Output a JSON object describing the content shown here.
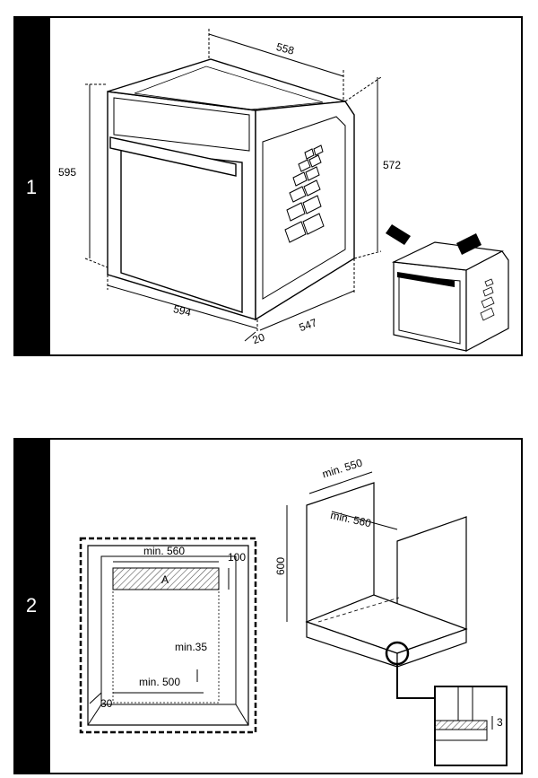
{
  "panels": [
    {
      "number": "1",
      "dimensions": {
        "top_depth": "558",
        "height": "595",
        "side_height": "572",
        "width": "594",
        "depth": "547",
        "front_offset": "20"
      }
    },
    {
      "number": "2",
      "dimensions": {
        "front_width": "min. 560",
        "top_gap": "100",
        "area_label": "A",
        "vent_gap": "min.35",
        "bottom_width": "min. 500",
        "bottom_offset": "30",
        "cabinet_depth": "min. 550",
        "cabinet_width": "min. 560",
        "cabinet_height": "600",
        "detail_gap": "3"
      }
    }
  ]
}
